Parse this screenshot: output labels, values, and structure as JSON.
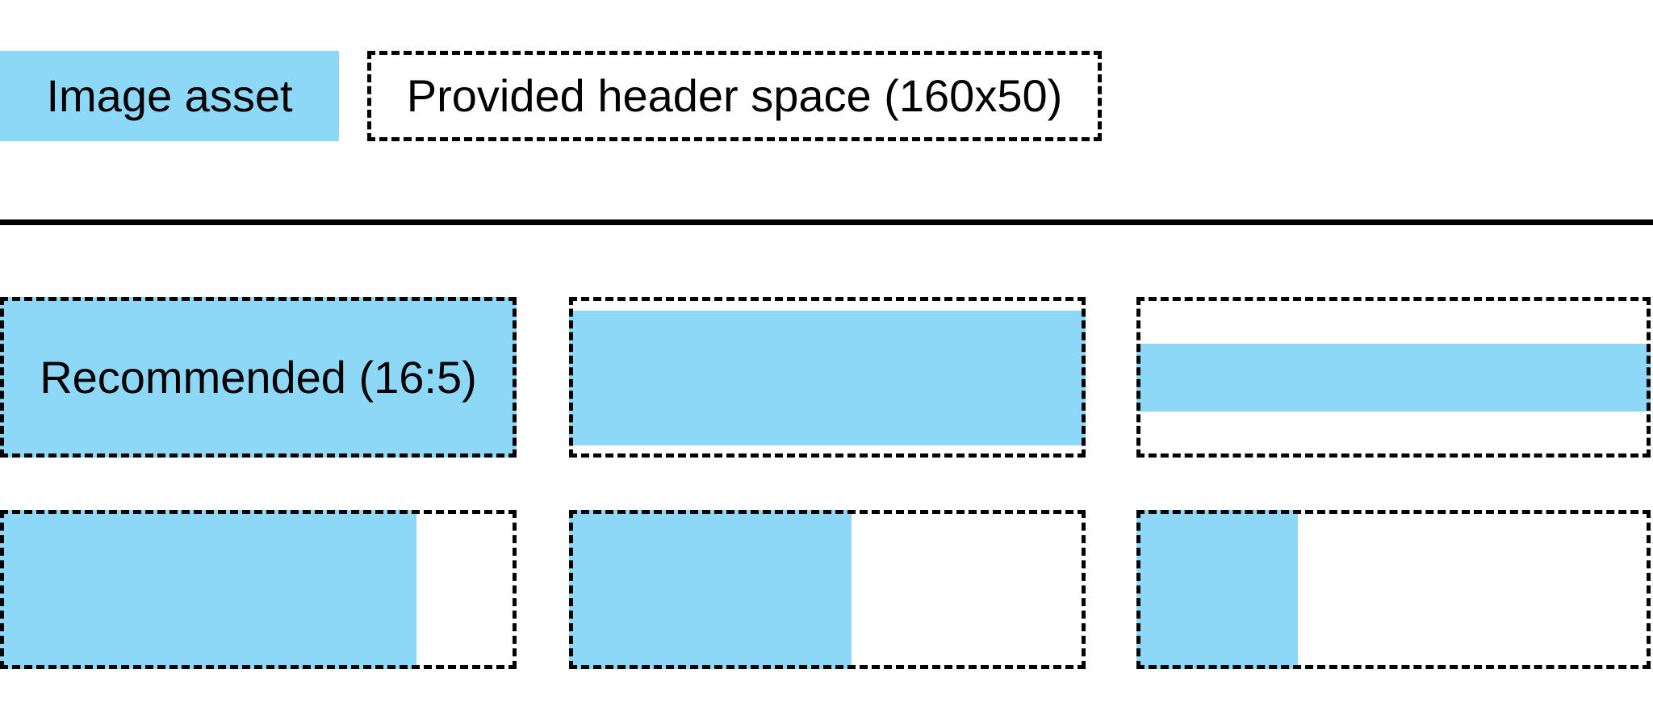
{
  "legend": {
    "image_asset_label": "Image asset",
    "header_space_label": "Provided header space (160x50)"
  },
  "examples": {
    "recommended_label": "Recommended (16:5)"
  },
  "colors": {
    "image_asset_fill": "#8DD7F7",
    "outline": "#000000"
  }
}
